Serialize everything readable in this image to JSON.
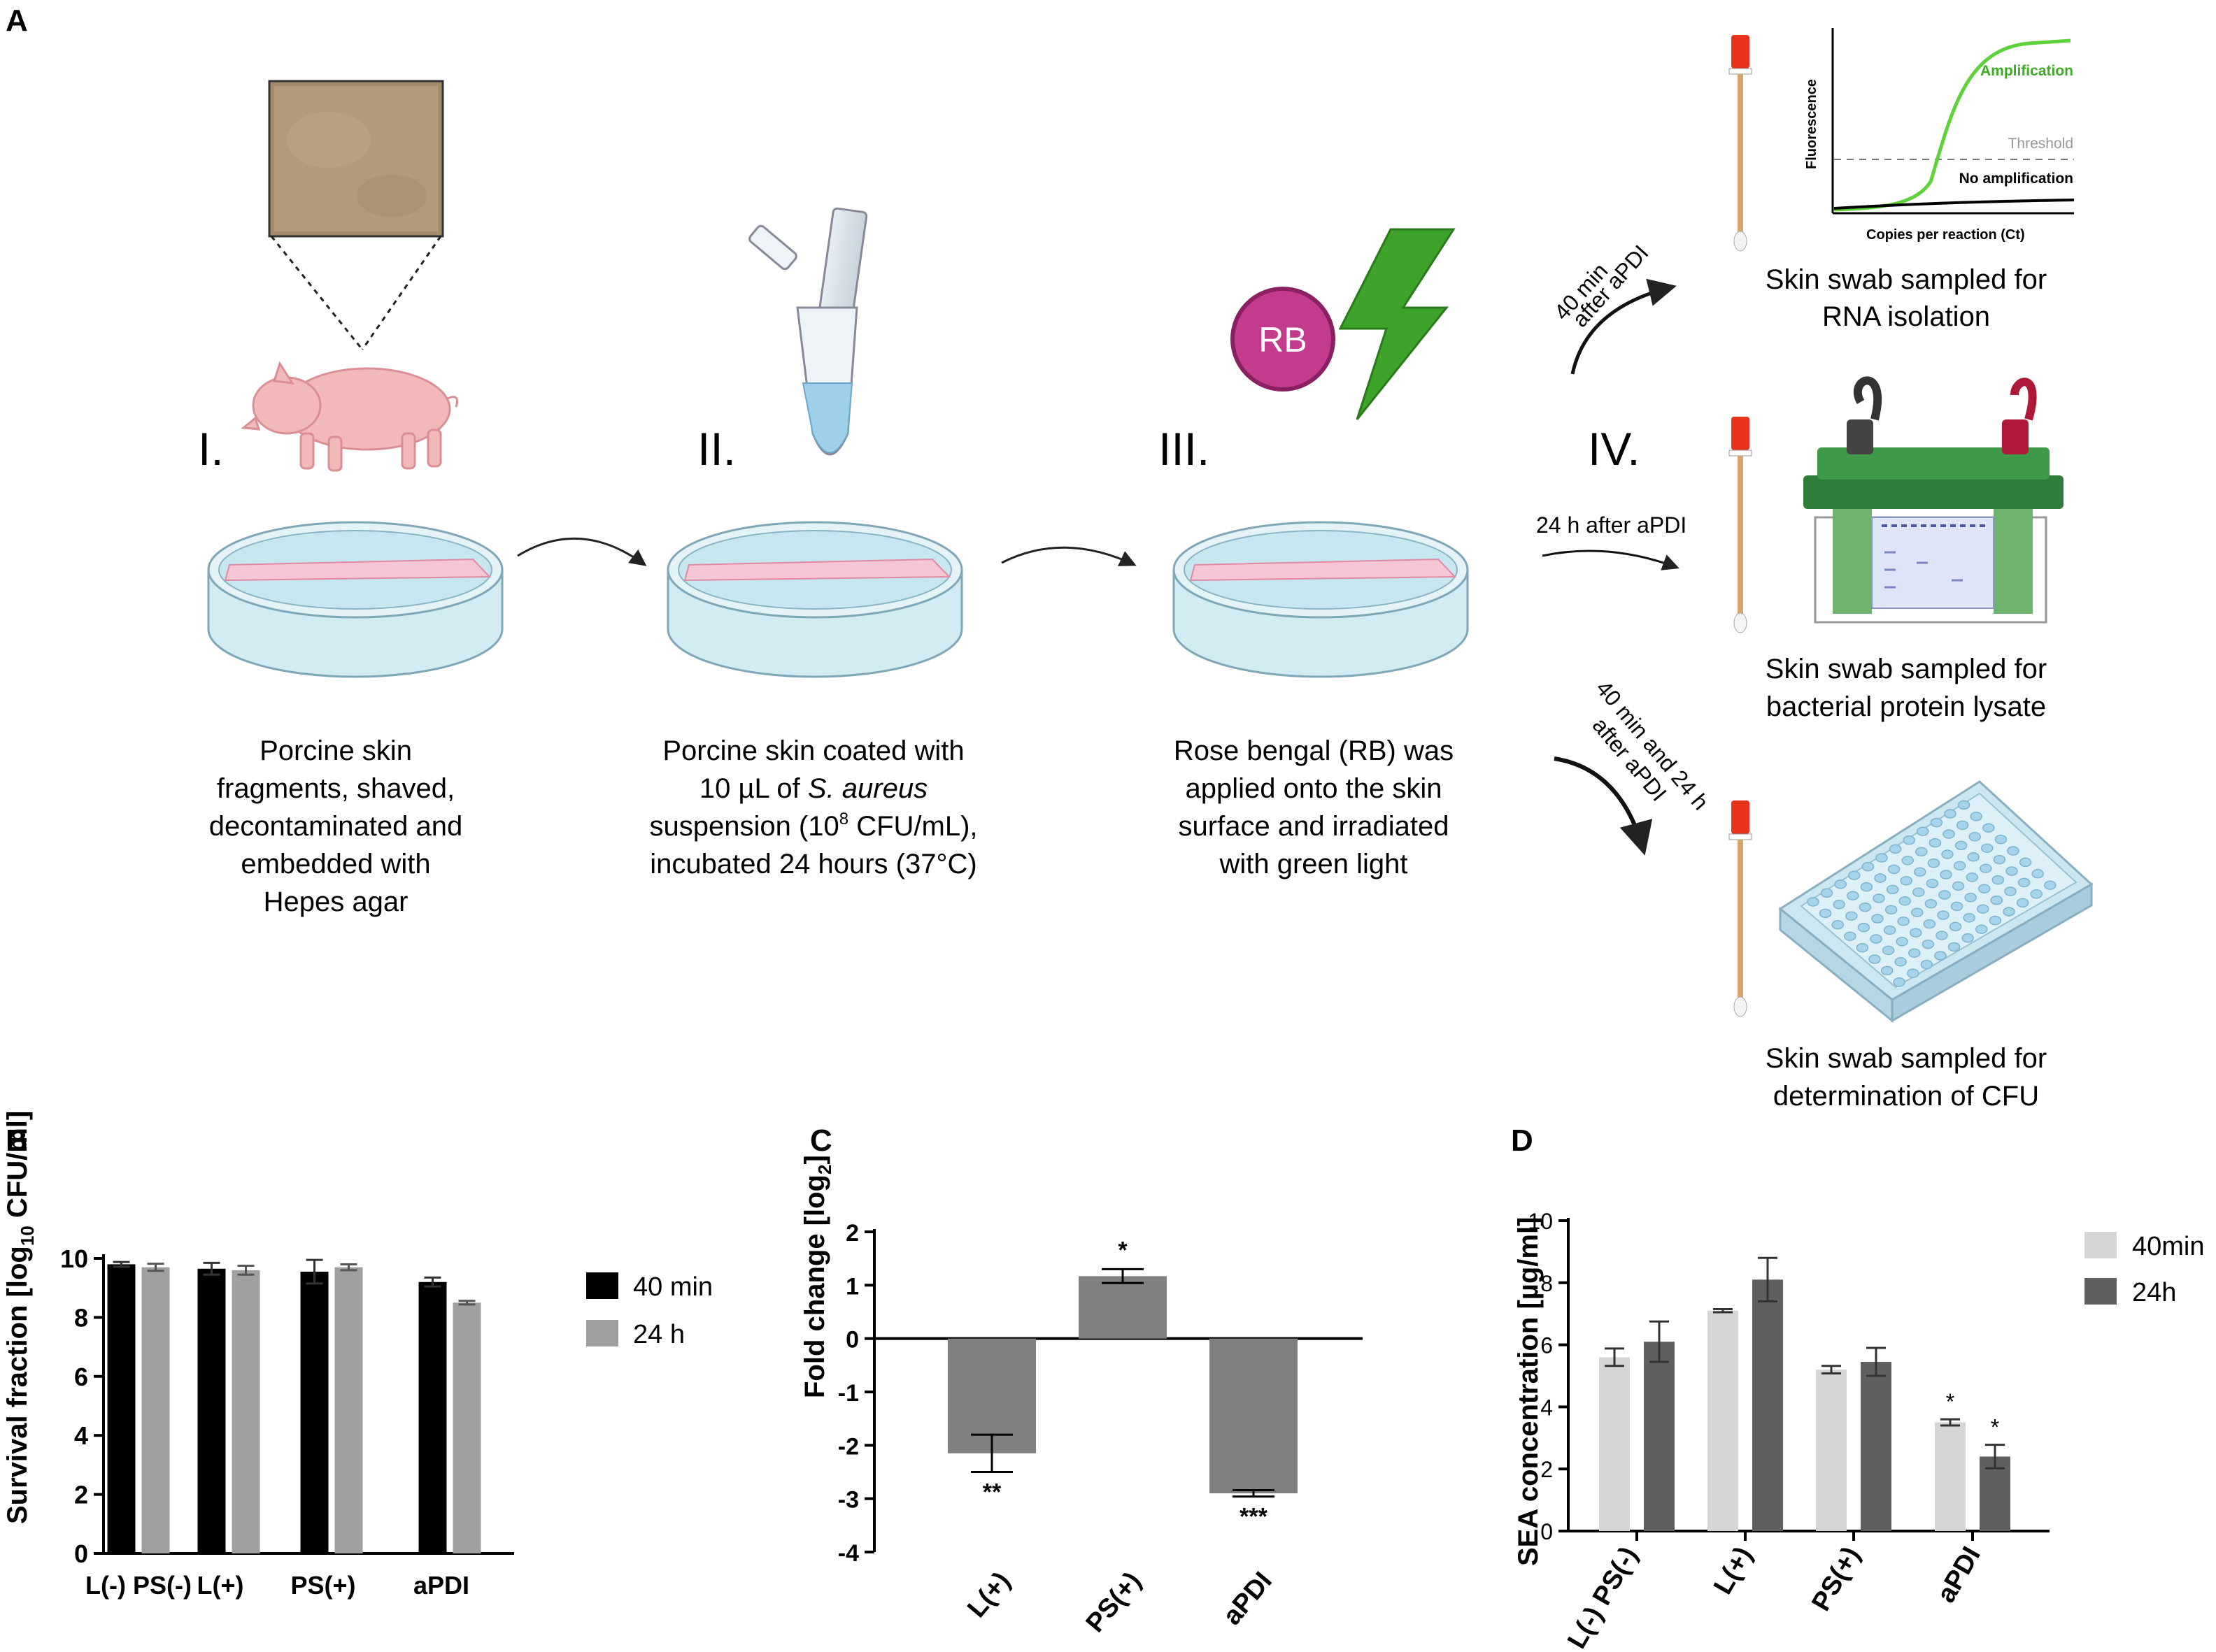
{
  "panels": {
    "a": "A",
    "b": "B",
    "c": "C",
    "d": "D"
  },
  "schematic": {
    "steps": [
      {
        "numeral": "I.",
        "caption": [
          "Porcine skin",
          "fragments, shaved,",
          "decontaminated and",
          "embedded with",
          "Hepes agar"
        ]
      },
      {
        "numeral": "II.",
        "caption_line1": "Porcine skin coated with",
        "caption_line2_pre": "10 µL of ",
        "caption_line2_italic": "S. aureus",
        "caption_line3_pre": "suspension (10",
        "caption_line3_sup": "8",
        "caption_line3_post": " CFU/mL),",
        "caption_line4": "incubated 24 hours (37°C)"
      },
      {
        "numeral": "III.",
        "caption": [
          "Rose bengal (RB) was",
          "applied onto the skin",
          "surface and irradiated",
          "with green light"
        ],
        "badge": "RB"
      },
      {
        "numeral": "IV."
      }
    ],
    "arrows": {
      "top": [
        "40 min",
        "after aPDI"
      ],
      "middle": "24 h after aPDI",
      "bottom": [
        "40 min and 24 h",
        "after aPDI"
      ]
    },
    "outcomes": [
      [
        "Skin swab sampled for",
        "RNA isolation"
      ],
      [
        "Skin swab sampled for",
        "bacterial protein lysate"
      ],
      [
        "Skin swab sampled for",
        "determination of CFU"
      ]
    ],
    "pcr": {
      "ylabel": "Fluorescence",
      "xlabel": "Copies per reaction (Ct)",
      "amplification": "Amplification",
      "threshold": "Threshold",
      "no_amplification": "No amplification"
    }
  },
  "chart_data": [
    {
      "panel": "B",
      "type": "bar",
      "categories": [
        "L(-)",
        "PS(-)",
        "L(+)",
        "PS(+)",
        "aPDI"
      ],
      "series": [
        {
          "name": "40 min",
          "color": "#000000",
          "values": [
            9.8,
            9.65,
            9.55,
            9.2
          ],
          "errors": [
            0.08,
            0.2,
            0.4,
            0.15
          ]
        },
        {
          "name": "24 h",
          "color": "#a0a0a3",
          "values": [
            9.7,
            9.6,
            9.7,
            8.5
          ],
          "errors": [
            0.12,
            0.15,
            0.1,
            0.06
          ]
        }
      ],
      "group_labels_drawn": [
        "L(-) PS(-)",
        "L(+)",
        "PS(+)",
        "aPDI"
      ],
      "ylabel": "Survival fraction [log",
      "ylabel_sub": "10",
      "ylabel_post": " CFU/ml]",
      "ylim": [
        0,
        10
      ],
      "yticks": [
        "0",
        "2",
        "4",
        "6",
        "8",
        "10"
      ],
      "legend_position": "right"
    },
    {
      "panel": "C",
      "type": "bar",
      "categories": [
        "L(+)",
        "PS(+)",
        "aPDI"
      ],
      "values": [
        -2.15,
        1.17,
        -2.9
      ],
      "errors": [
        0.35,
        0.13,
        0.06
      ],
      "significance": [
        "**",
        "*",
        "***"
      ],
      "color": "#808080",
      "ylabel": "Fold change [log",
      "ylabel_sub": "2",
      "ylabel_post": "]",
      "ylim": [
        -4,
        2
      ],
      "yticks": [
        "2",
        "1",
        "0",
        "-1",
        "-2",
        "-3",
        "-4"
      ]
    },
    {
      "panel": "D",
      "type": "bar",
      "categories": [
        "L(-) PS(-)",
        "L(+)",
        "PS(+)",
        "aPDI"
      ],
      "series": [
        {
          "name": "40min",
          "color": "#d6d6d6",
          "values": [
            5.6,
            7.1,
            5.2,
            3.5
          ],
          "errors": [
            0.28,
            0.05,
            0.12,
            0.1
          ]
        },
        {
          "name": "24h",
          "color": "#5f5f5f",
          "values": [
            6.1,
            8.1,
            5.45,
            2.4
          ],
          "errors": [
            0.65,
            0.7,
            0.45,
            0.38
          ]
        }
      ],
      "significance": [
        [
          "",
          ""
        ],
        [
          "",
          ""
        ],
        [
          "",
          ""
        ],
        [
          "*",
          "*"
        ]
      ],
      "ylabel": "SEA concentration [µg/ml]",
      "ylim": [
        0,
        10
      ],
      "yticks": [
        "0",
        "2",
        "4",
        "6",
        "8",
        "10"
      ],
      "legend_position": "right"
    }
  ]
}
